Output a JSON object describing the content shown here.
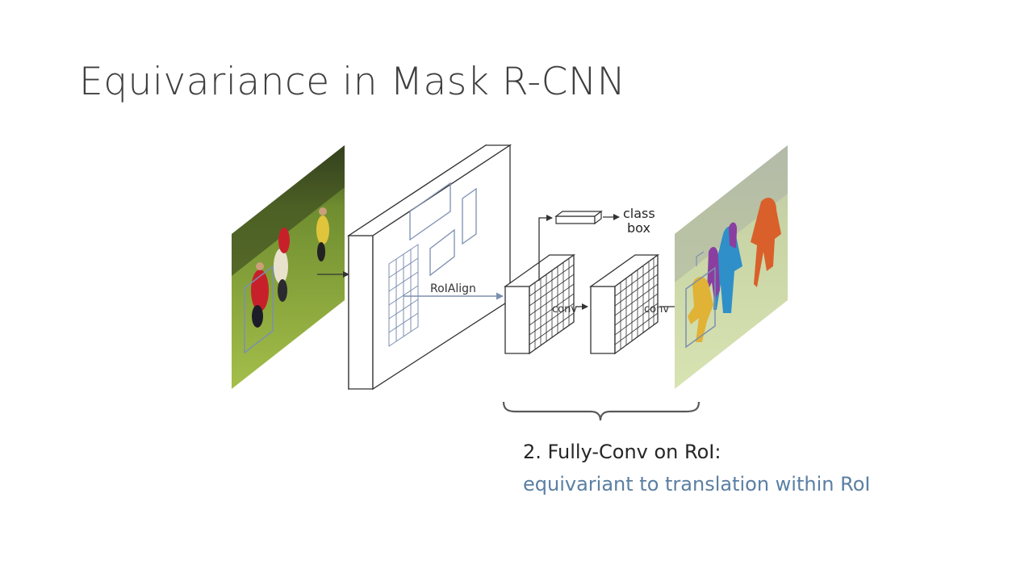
{
  "slide": {
    "title": "Equivariance in Mask R-CNN"
  },
  "diagram": {
    "roialign_label": "RoIAlign",
    "conv_label_1": "conv",
    "conv_label_2": "conv",
    "class_label": "class",
    "box_label": "box"
  },
  "caption": {
    "line1": "2. Fully-Conv on RoI:",
    "line2": "equivariant to translation within RoI"
  },
  "colors": {
    "roi_box": "#7d8fb0",
    "caption_accent": "#5b7fa3",
    "mask_orange": "#d9602a",
    "mask_blue": "#2f8fc9",
    "mask_purple": "#8a3fa0",
    "mask_yellow": "#e0b236"
  }
}
